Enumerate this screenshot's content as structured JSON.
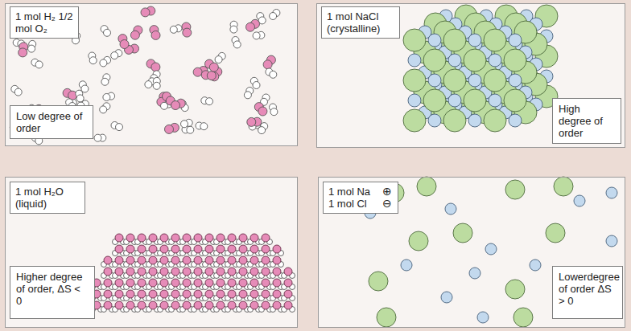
{
  "diagram": {
    "nodes": [
      {
        "text": [
          "1 mol H₂ 1/2 mol O₂"
        ]
      },
      {
        "text": [
          "Low degree of order"
        ],
        "in": 0
      },
      {
        "text": [
          "1 mol NaCl (crystalline)"
        ]
      },
      {
        "text": [
          "High degree of order"
        ],
        "in": 2
      },
      {
        "text": [
          "1 mol H₂O (liquid)"
        ]
      },
      {
        "text": [
          "Higher degree of order, ΔS < 0"
        ],
        "in": 4
      },
      {
        "text": [
          "1 mol Na 1 mol Cl"
        ]
      },
      {
        "text": [
          "Lowerdegree of order ΔS > 0"
        ],
        "in": 6
      }
    ],
    "labels": [
      "⊕",
      "⊖"
    ]
  }
}
